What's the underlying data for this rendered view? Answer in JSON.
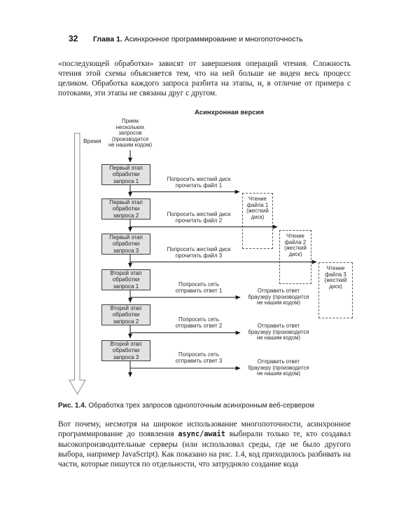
{
  "header": {
    "page_number": "32",
    "chapter_prefix": "Глава 1.",
    "chapter_title": " Асинхронное программирование и многопоточность"
  },
  "paragraph_top": "«последующей обработки» зависят от завершения операций чтения. Сложность чтения этой схемы объясняется тем, что на ней больше не виден весь процесс целиком. Обработка каждого запроса разбита на этапы, и, в отличие от примера с потоками, эти этапы не связаны друг с другом.",
  "diagram": {
    "title": "Асинхронная версия",
    "time_label": "Время",
    "intake_note": "Прием\nнескольких\nзапросов\n(производится\nне нашим кодом)",
    "stage_boxes": [
      "Первый этап\nобработки\nзапроса 1",
      "Первый этап\nобработки\nзапроса 2",
      "Первый этап\nобработки\nзапроса 3",
      "Второй этап\nобработки\nзапроса 1",
      "Второй этап\nобработки\nзапроса 2",
      "Второй этап\nобработки\nзапроса 3"
    ],
    "request_labels": [
      "Попросить жесткий диск\nпрочитать файл 1",
      "Попросить жесткий диск\nпрочитать файл 2",
      "Попросить жесткий диск\nпрочитать файл 3",
      "Попросить сеть\nотправить ответ 1",
      "Попросить сеть\nотправить ответ 2",
      "Попросить сеть\nотправить ответ 3"
    ],
    "disk_read_boxes": [
      "Чтение\nфайла 1\n(жесткий\nдиск)",
      "Чтение\nфайла 2\n(жесткий\nдиск)",
      "Чтение\nфайла 3\n(жесткий\nдиск)"
    ],
    "reply_notes": [
      "Отправить ответ\nбраузеру (производится\nне нашим кодом)",
      "Отправить ответ\nбраузеру (производится\nне нашим кодом)",
      "Отправить ответ\nбраузеру (производится\nне нашим кодом)"
    ]
  },
  "figure_caption": {
    "prefix": "Рис. 1.4.",
    "text": " Обработка трех запросов однопоточным асинхронным веб-сервером"
  },
  "paragraph_bottom": {
    "before_code": "Вот почему, несмотря на широкое использование многопоточности, асинхронное программирование до появления ",
    "code": "async/await",
    "after_code": " выбирали только те, кто создавал высокопроизводительные серверы (или использовал среды, где не было другого выбора, например JavaScript). Как показано на рис. 1.4, код приходилось разбивать на части, которые пишутся по отдельности, что затрудняло создание кода"
  },
  "colors": {
    "page_background": "#ffffff",
    "body_text": "#1c1c1c",
    "stage_box_fill": "#e2e2e2",
    "stage_box_border": "#3f3f3f",
    "dashed_border": "#595959",
    "flow_line": "#1a1a1a",
    "timeline_stroke": "#8c8c8c"
  }
}
